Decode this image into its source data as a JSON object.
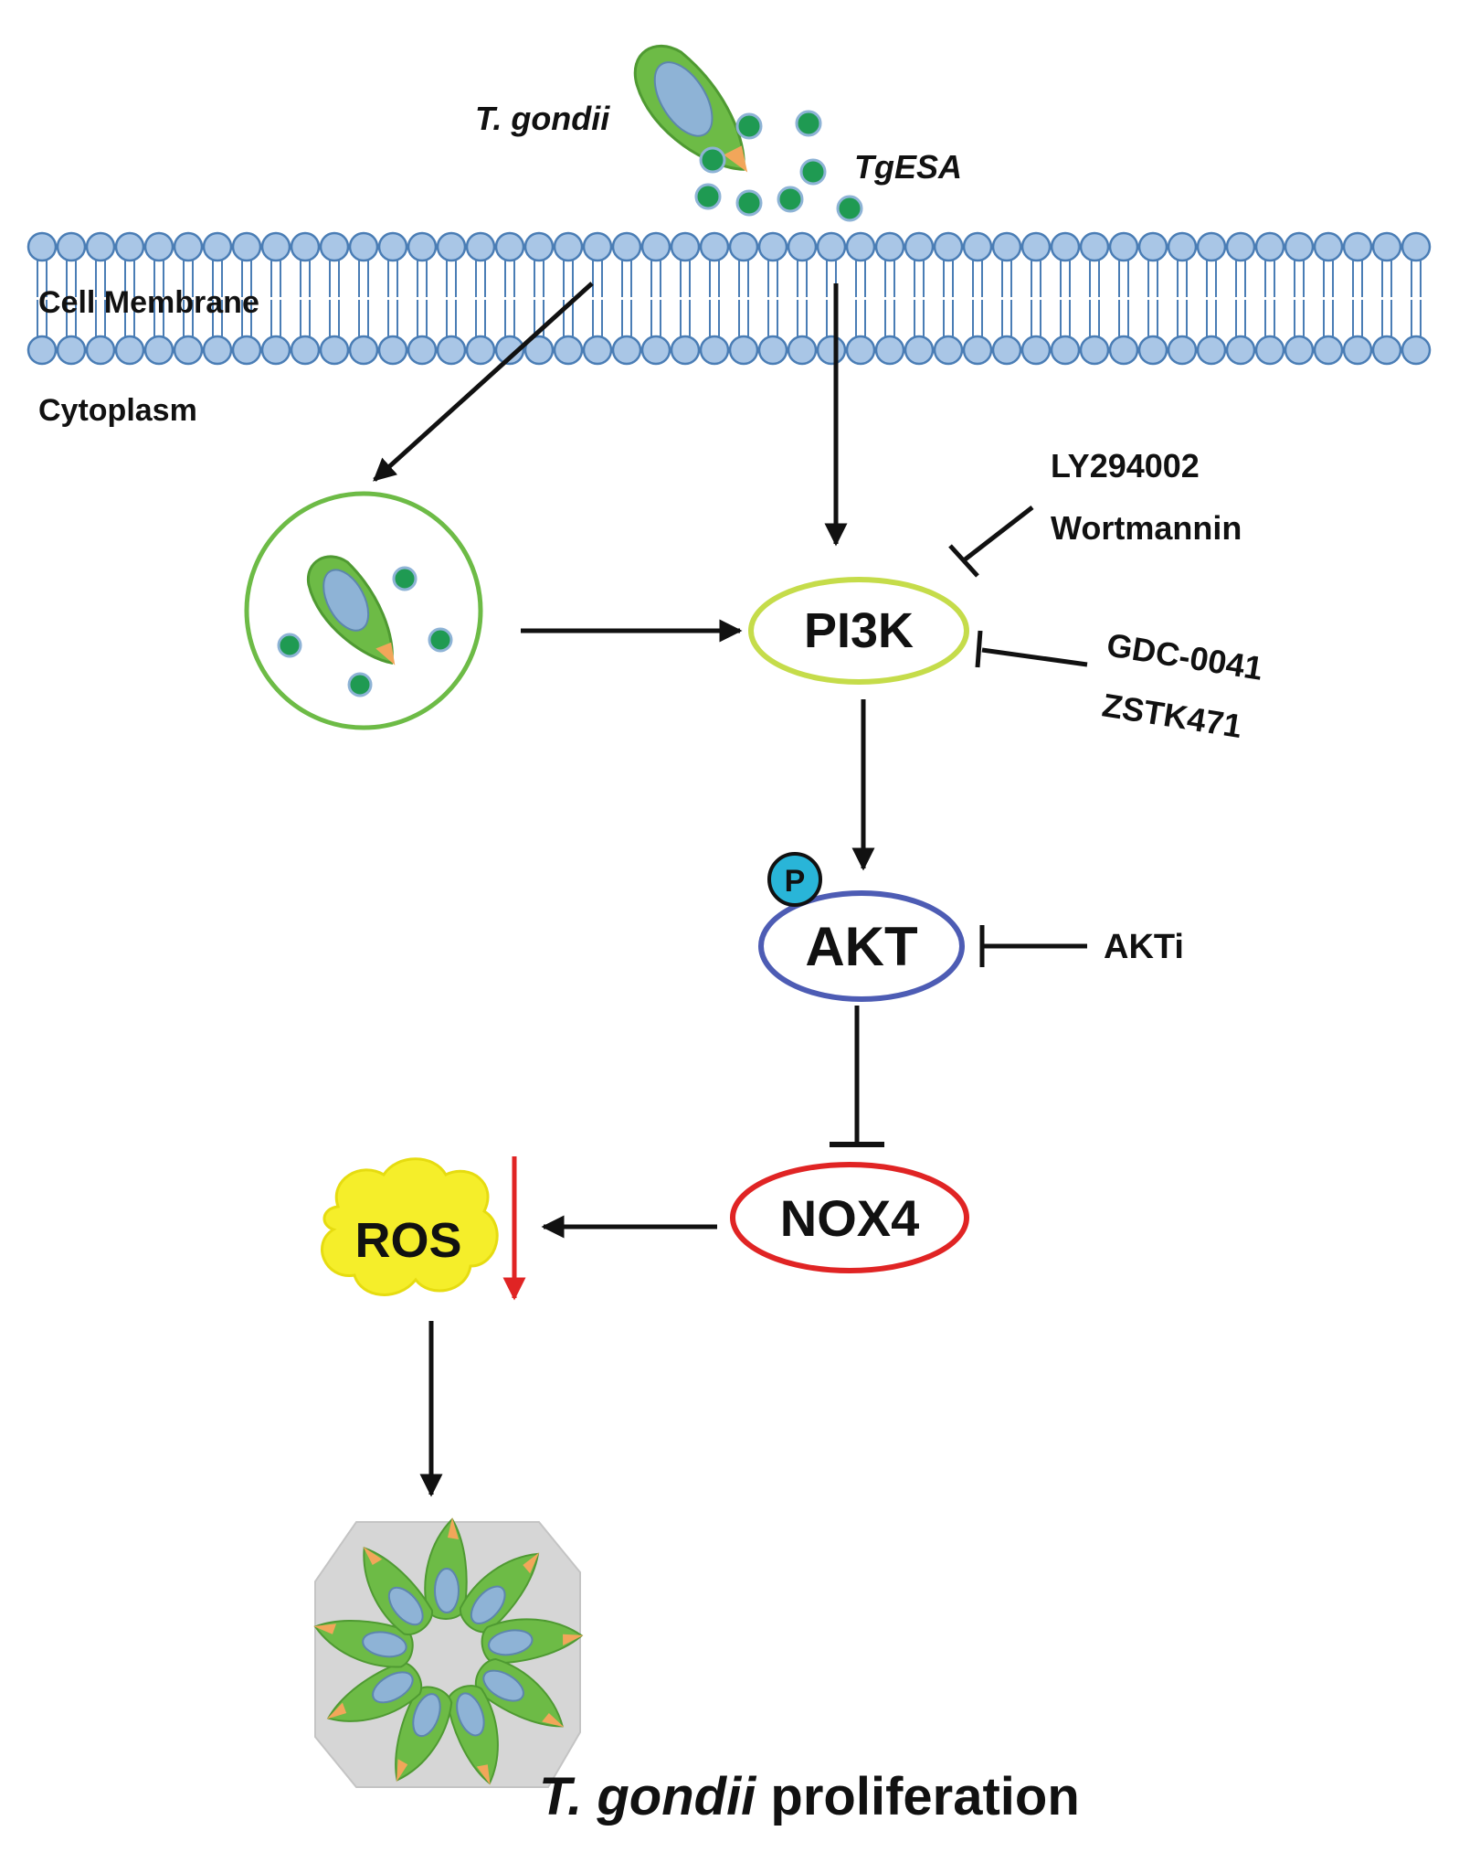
{
  "labels": {
    "parasite": "T. gondii",
    "antigen": "TgESA",
    "membrane": "Cell Membrane",
    "cytoplasm": "Cytoplasm",
    "pi3k": "PI3K",
    "akt": "AKT",
    "phospho": "P",
    "nox4": "NOX4",
    "ros": "ROS",
    "pi3k_inhibitor_1": "LY294002",
    "pi3k_inhibitor_2": "Wortmannin",
    "pi3k_inhibitor_3": "GDC-0041",
    "pi3k_inhibitor_4": "ZSTK471",
    "akt_inhibitor": "AKTi",
    "outcome_italic": "T. gondii",
    "outcome_rest": " proliferation"
  },
  "colors": {
    "membrane_head": "#a9c6e6",
    "membrane_stroke": "#4a7db5",
    "pi3k_ring": "#c5dc4a",
    "akt_ring": "#4d5cb4",
    "nox4_ring": "#e02424",
    "ros_cloud": "#f5ee2a",
    "vesicle_ring": "#6dbb46",
    "parasite_body": "#6dbb46",
    "parasite_nucleus": "#8eb3d6",
    "antigen_dot": "#1f9a52",
    "phospho_dot": "#29b5d8",
    "down_arrow": "#e02424",
    "rosette_bg": "#d6d6d6"
  }
}
